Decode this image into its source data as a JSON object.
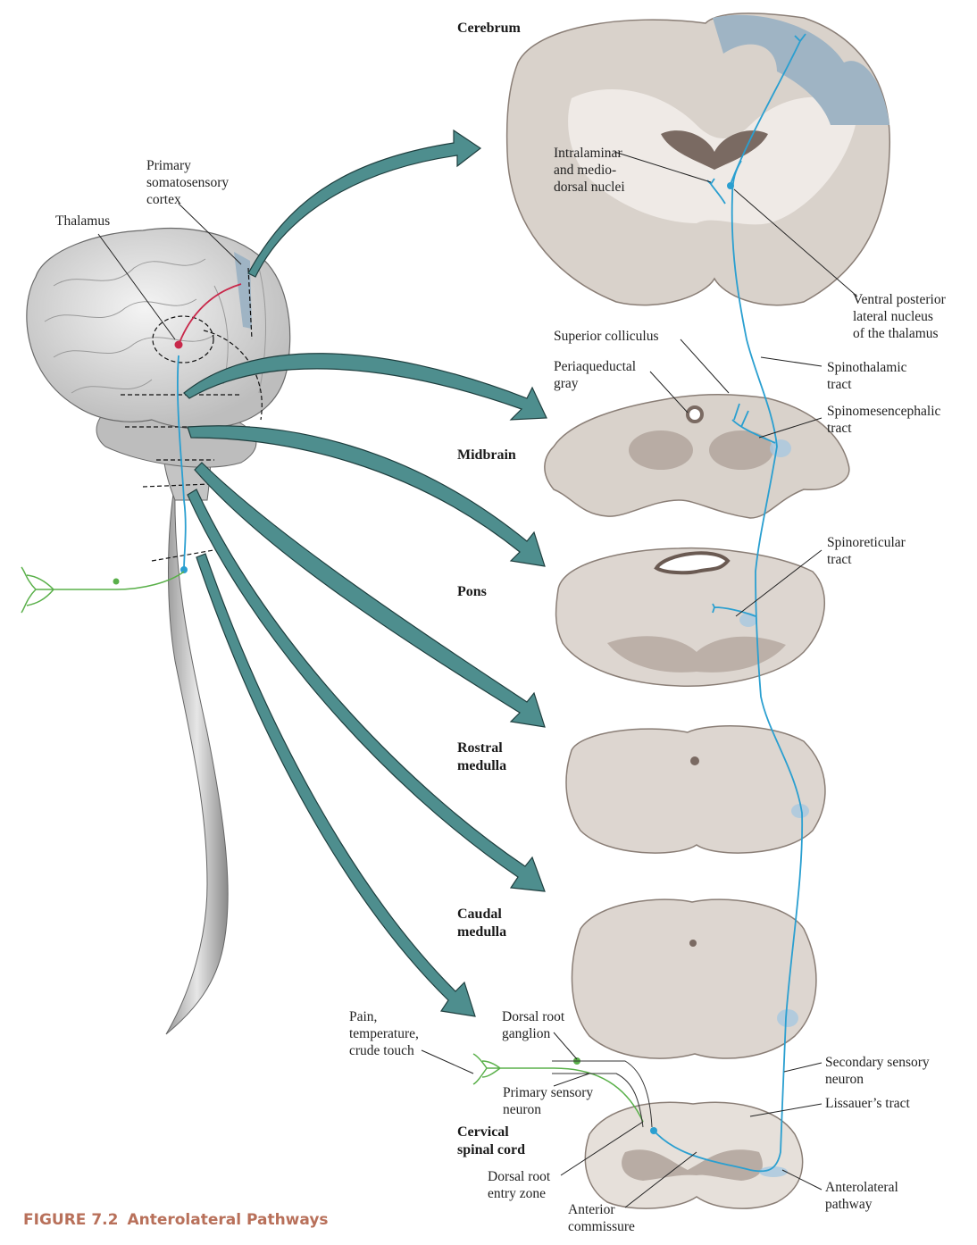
{
  "figure": {
    "number": "FIGURE 7.2",
    "title": "Anterolateral Pathways"
  },
  "colors": {
    "arrow_fill": "#4e8e8e",
    "arrow_stroke": "#1f3f3f",
    "secondary_neuron": "#2a9fd0",
    "primary_neuron": "#5ab04a",
    "thalamocortical_neuron": "#c8284a",
    "cortex_highlight": "#9fb4c4",
    "caption": "#b8705a",
    "tissue": "#ddd6d0",
    "gray_matter": "#b6aaa2"
  },
  "levels": [
    {
      "key": "cerebrum",
      "label": "Cerebrum"
    },
    {
      "key": "midbrain",
      "label": "Midbrain"
    },
    {
      "key": "pons",
      "label": "Pons"
    },
    {
      "key": "rostral_medulla",
      "label": "Rostral\nmedulla"
    },
    {
      "key": "caudal_medulla",
      "label": "Caudal\nmedulla"
    },
    {
      "key": "cervical_spinal_cord",
      "label": "Cervical\nspinal cord"
    }
  ],
  "labels": {
    "primary_somatosensory_cortex": "Primary\nsomatosensory\ncortex",
    "thalamus": "Thalamus",
    "intralaminar": "Intralaminar\nand medio-\ndorsal nuclei",
    "vpl": "Ventral posterior\nlateral nucleus\nof the thalamus",
    "superior_colliculus": "Superior colliculus",
    "periaqueductal_gray": "Periaqueductal\ngray",
    "spinothalamic": "Spinothalamic\ntract",
    "spinomesencephalic": "Spinomesencephalic\ntract",
    "spinoreticular": "Spinoreticular\ntract",
    "pain": "Pain,\ntemperature,\ncrude touch",
    "drg": "Dorsal root\nganglion",
    "primary_sensory": "Primary sensory\nneuron",
    "secondary_sensory": "Secondary sensory\nneuron",
    "lissauer": "Lissauer’s tract",
    "drez": "Dorsal root\nentry zone",
    "anterior_commissure": "Anterior\ncommissure",
    "anterolateral": "Anterolateral\npathway"
  }
}
